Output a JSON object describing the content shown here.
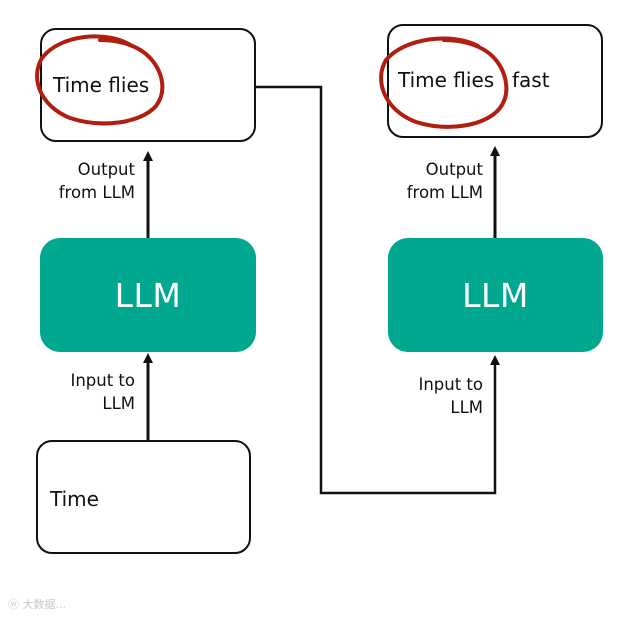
{
  "colors": {
    "llm_fill": "#00a88f",
    "highlight_circle": "#b01e12",
    "line": "#111111"
  },
  "left": {
    "output_box_text": "Time flies",
    "output_label": [
      "Output",
      "from LLM"
    ],
    "llm_label": "LLM",
    "input_label": [
      "Input to",
      "LLM"
    ],
    "input_box_text": "Time"
  },
  "right": {
    "output_box_text": "Time flies",
    "output_box_extra": "fast",
    "output_label": [
      "Output",
      "from LLM"
    ],
    "llm_label": "LLM",
    "input_label": [
      "Input to",
      "LLM"
    ]
  },
  "watermark": "ⓦ 大数据..."
}
